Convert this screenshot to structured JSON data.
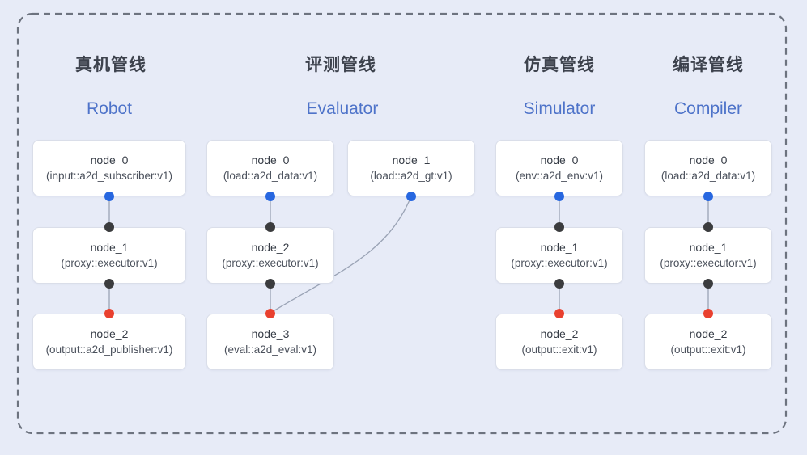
{
  "diagram": {
    "colors": {
      "background": "#e7ebf7",
      "frame_border": "#6d737f",
      "edge_line": "#9aa3b5",
      "node_border": "#dadee9",
      "node_bg": "#ffffff",
      "title_zh_color": "#3d424d",
      "title_en_color": "#4e73c9",
      "node_name_color": "#363c46",
      "node_spec_color": "#4b515c",
      "port_blue": "#2767e0",
      "port_dark": "#3b3c3e",
      "port_red": "#e9402f"
    },
    "pipelines": [
      {
        "title_zh": "真机管线",
        "title_en": "Robot",
        "nodes": [
          {
            "name": "node_0",
            "spec": "(input::a2d_subscriber:v1)"
          },
          {
            "name": "node_1",
            "spec": "(proxy::executor:v1)"
          },
          {
            "name": "node_2",
            "spec": "(output::a2d_publisher:v1)"
          }
        ]
      },
      {
        "title_zh": "评测管线",
        "title_en": "Evaluator",
        "nodes": [
          {
            "name": "node_0",
            "spec": "(load::a2d_data:v1)"
          },
          {
            "name": "node_1",
            "spec": "(load::a2d_gt:v1)"
          },
          {
            "name": "node_2",
            "spec": "(proxy::executor:v1)"
          },
          {
            "name": "node_3",
            "spec": "(eval::a2d_eval:v1)"
          }
        ]
      },
      {
        "title_zh": "仿真管线",
        "title_en": "Simulator",
        "nodes": [
          {
            "name": "node_0",
            "spec": "(env::a2d_env:v1)"
          },
          {
            "name": "node_1",
            "spec": "(proxy::executor:v1)"
          },
          {
            "name": "node_2",
            "spec": "(output::exit:v1)"
          }
        ]
      },
      {
        "title_zh": "编译管线",
        "title_en": "Compiler",
        "nodes": [
          {
            "name": "node_0",
            "spec": "(load::a2d_data:v1)"
          },
          {
            "name": "node_1",
            "spec": "(proxy::executor:v1)"
          },
          {
            "name": "node_2",
            "spec": "(output::exit:v1)"
          }
        ]
      }
    ]
  }
}
